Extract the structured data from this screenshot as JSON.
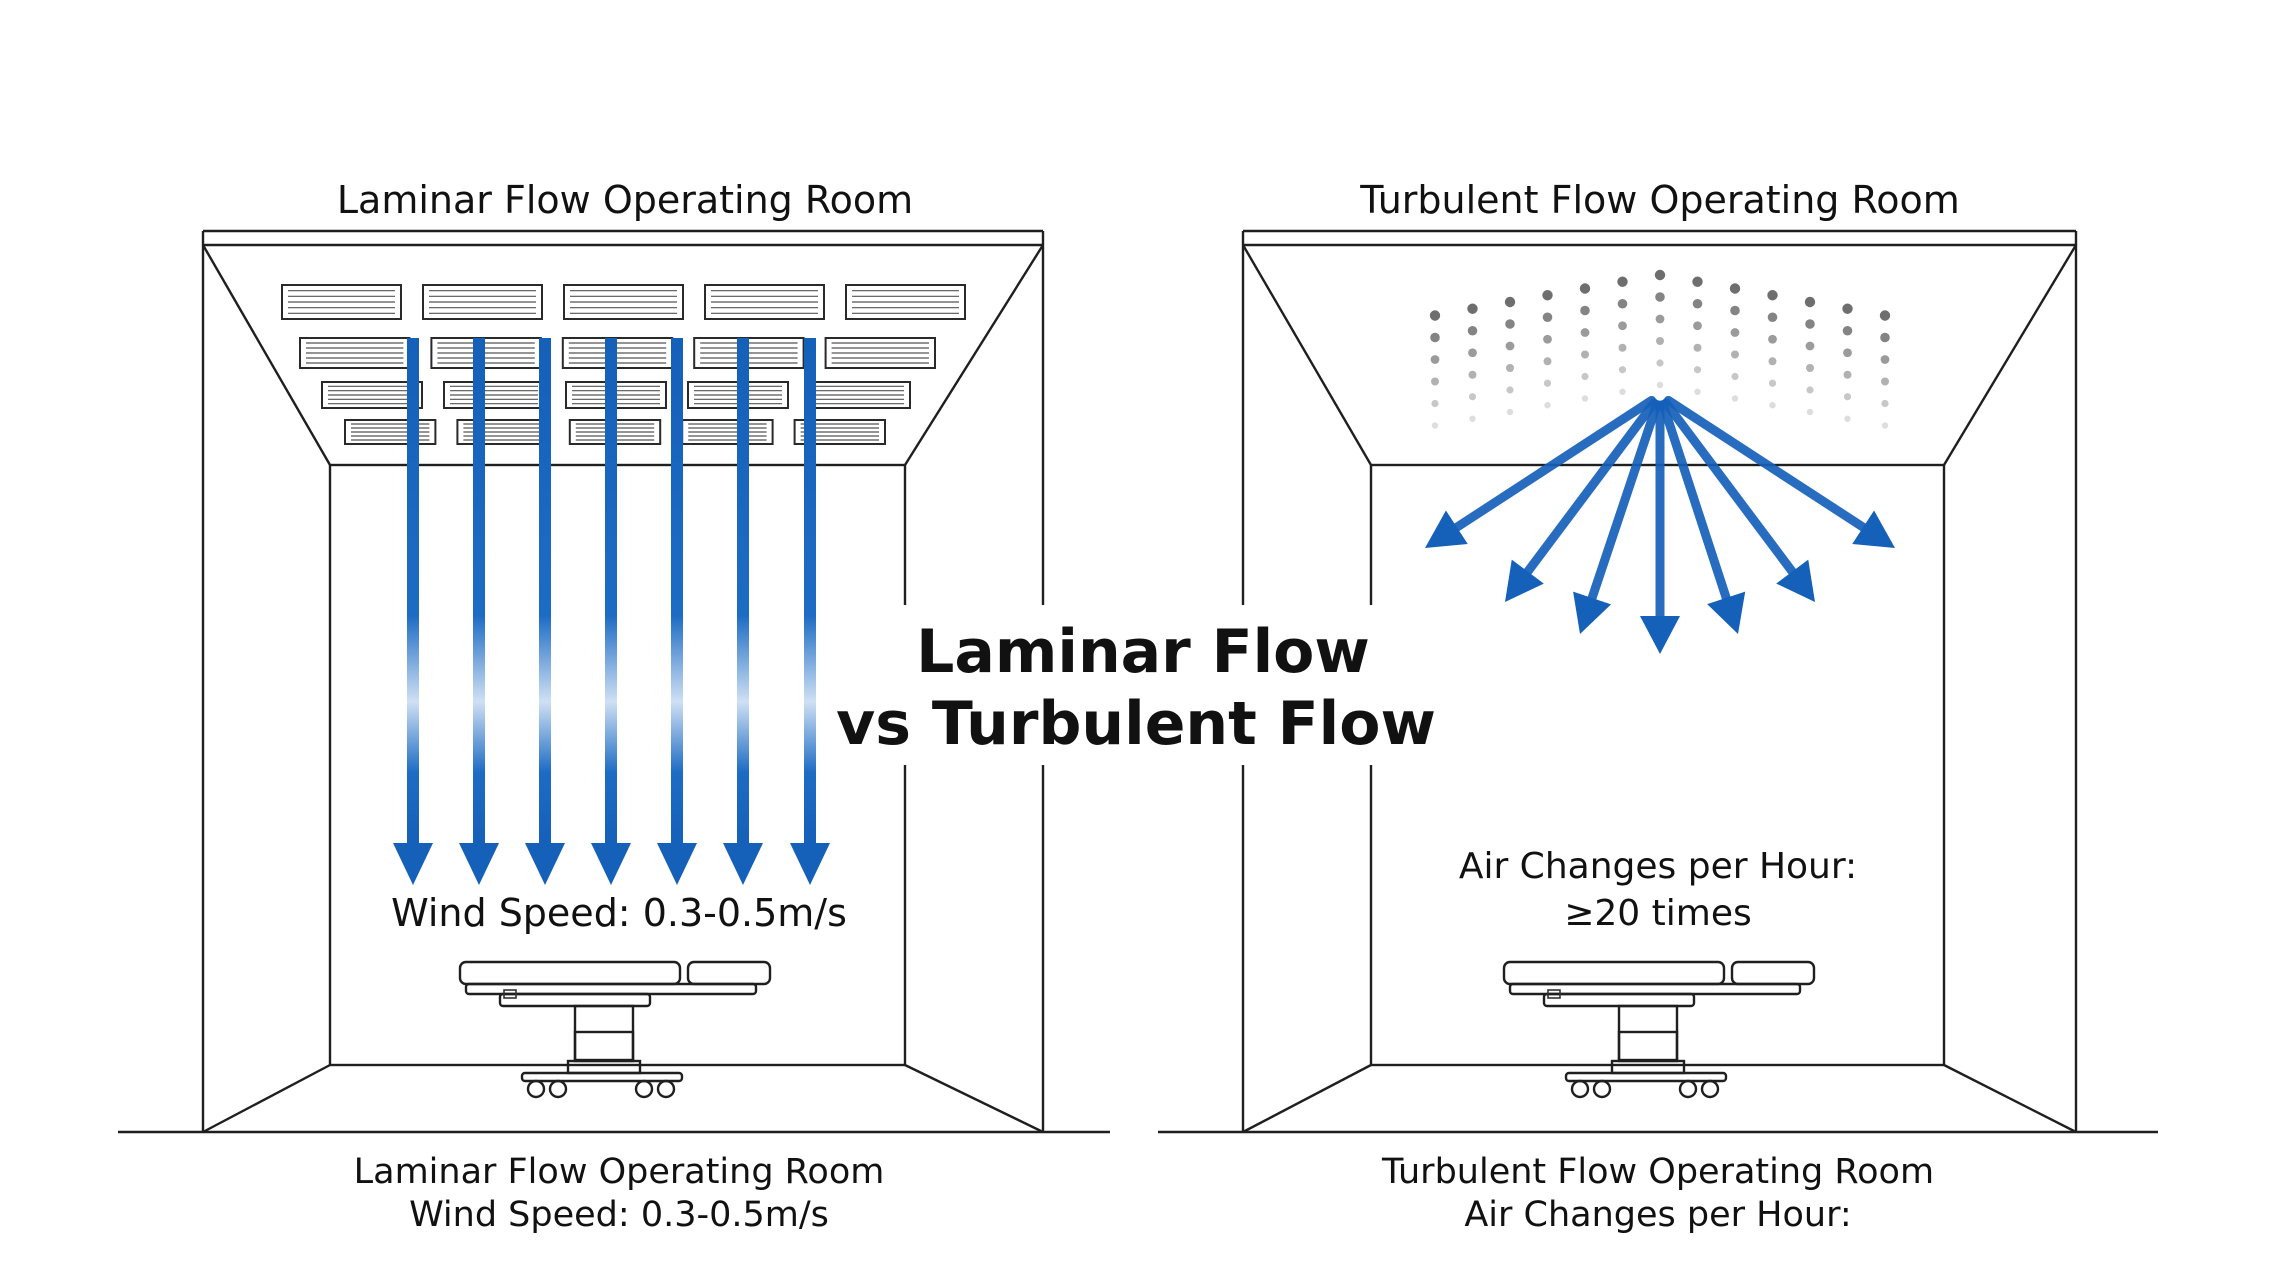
{
  "center_title": {
    "line1": "Laminar Flow",
    "line2": "vs Turbulent Flow"
  },
  "laminar": {
    "title": "Laminar Flow Operating Room",
    "inline_label": "Wind Speed: 0.3-0.5m/s",
    "caption_line1": "Laminar Flow Operating Room",
    "caption_line2": "Wind Speed: 0.3-0.5m/s"
  },
  "turbulent": {
    "title": "Turbulent Flow Operating Room",
    "inline_label_line1": "Air Changes per Hour:",
    "inline_label_line2": "≥20 times",
    "caption_line1": "Turbulent Flow Operating Room",
    "caption_line2": "Air Changes per Hour:"
  },
  "colors": {
    "arrow": "#1560b8",
    "outline": "#1f1f1f",
    "text": "#111111"
  },
  "icons": [
    "ceiling-hepa-filter-grid-icon",
    "diffuser-dots-icon",
    "operating-table-icon"
  ]
}
